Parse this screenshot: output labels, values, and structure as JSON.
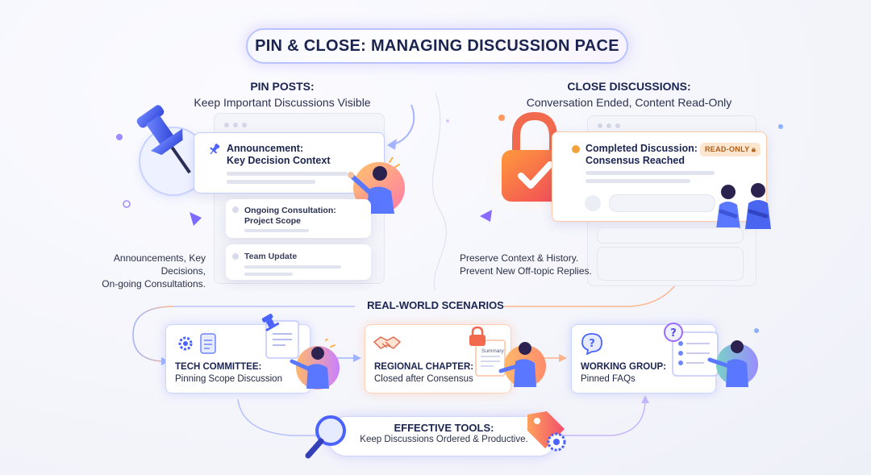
{
  "title": "PIN & CLOSE: MANAGING DISCUSSION PACE",
  "pin": {
    "heading": "PIN POSTS:",
    "subheading": "Keep Important Discussions Visible",
    "card_title_1": "Announcement:",
    "card_title_2": "Key Decision Context",
    "item1_1": "Ongoing Consultation:",
    "item1_2": "Project Scope",
    "item2": "Team Update",
    "caption_1": "Announcements, Key Decisions,",
    "caption_2": "On-going Consultations."
  },
  "close": {
    "heading": "CLOSE DISCUSSIONS:",
    "subheading": "Conversation Ended, Content Read-Only",
    "card_title_1": "Completed Discussion:",
    "card_title_2": "Consensus Reached",
    "badge": "READ-ONLY",
    "caption_1": "Preserve Context & History.",
    "caption_2": "Prevent New Off-topic Replies."
  },
  "scenarios": {
    "heading": "REAL-WORLD SCENARIOS",
    "items": [
      {
        "title": "TECH COMMITTEE:",
        "desc": "Pinning Scope Discussion"
      },
      {
        "title": "REGIONAL CHAPTER:",
        "desc": "Closed after Consensus",
        "doc_label": "Summary"
      },
      {
        "title": "WORKING GROUP:",
        "desc": "Pinned FAQs"
      }
    ]
  },
  "tools": {
    "heading": "EFFECTIVE TOOLS:",
    "desc": "Keep Discussions Ordered & Productive."
  },
  "colors": {
    "accent_blue": "#5b6cff",
    "accent_purple": "#9a6bff",
    "lock_red": "#f0564a",
    "lock_orange": "#ff9a3c",
    "check_dot": "#f4a23b"
  }
}
